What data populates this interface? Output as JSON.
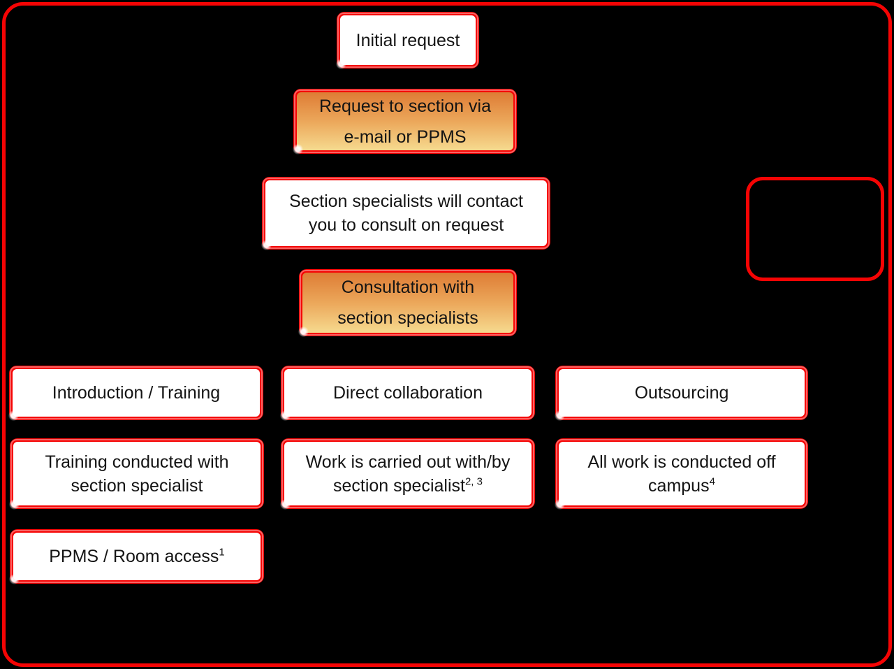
{
  "diagram_type": "flowchart",
  "colors": {
    "background": "#000000",
    "border_red": "#F50404",
    "box_fill_white": "#FFFFFF",
    "orange_gradient_top": "#DE7C35",
    "orange_gradient_mid": "#ECA95C",
    "orange_gradient_bottom": "#F6DA8F",
    "text": "#141414",
    "connector": "#000000"
  },
  "nodes": {
    "initial_request": {
      "label": "Initial request"
    },
    "request_section": {
      "line1": "Request to section via",
      "line2": "e-mail or PPMS"
    },
    "specialists_contact": {
      "line1": "Section specialists will contact",
      "line2": "you to consult on request"
    },
    "consultation": {
      "line1": "Consultation with",
      "line2": "section specialists"
    },
    "empty_note": {
      "label": ""
    },
    "intro_training": {
      "label": "Introduction / Training"
    },
    "direct_collaboration": {
      "label": "Direct collaboration"
    },
    "outsourcing": {
      "label": "Outsourcing"
    },
    "training_conducted": {
      "line1": "Training conducted with",
      "line2": "section specialist"
    },
    "work_carried": {
      "line1": "Work is carried out with/by",
      "line2_text": "section specialist",
      "line2_sup": "2, 3"
    },
    "all_work": {
      "line1": "All work is conducted off",
      "line2_text": "campus",
      "line2_sup": "4"
    },
    "ppms_room": {
      "text": "PPMS / Room access",
      "sup": "1"
    }
  },
  "edges": [
    {
      "from": "initial_request",
      "to": "request_section"
    },
    {
      "from": "request_section",
      "to": "specialists_contact"
    },
    {
      "from": "request_section",
      "to": "empty_note"
    },
    {
      "from": "specialists_contact",
      "to": "consultation"
    },
    {
      "from": "consultation",
      "to": "intro_training"
    },
    {
      "from": "consultation",
      "to": "direct_collaboration"
    },
    {
      "from": "consultation",
      "to": "outsourcing"
    },
    {
      "from": "intro_training",
      "to": "training_conducted"
    },
    {
      "from": "training_conducted",
      "to": "ppms_room"
    },
    {
      "from": "direct_collaboration",
      "to": "work_carried"
    },
    {
      "from": "outsourcing",
      "to": "all_work"
    }
  ]
}
